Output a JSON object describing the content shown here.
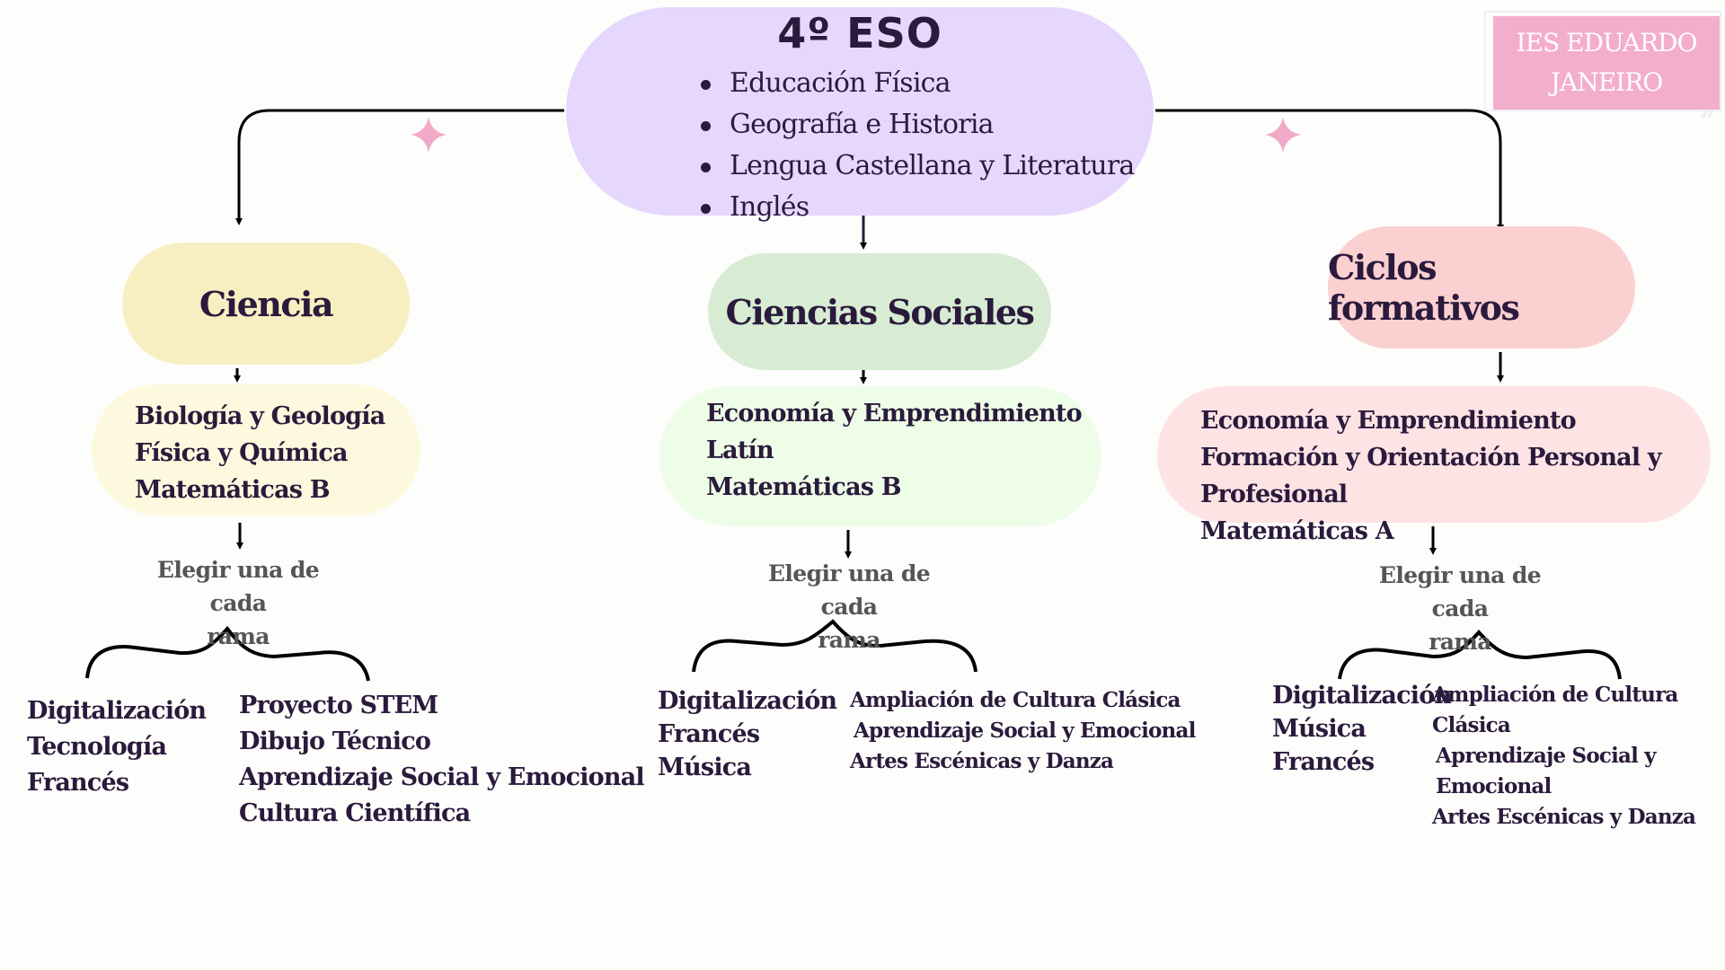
{
  "diagram": {
    "root": {
      "title": "4º ESO",
      "common_subjects": [
        "Educación Física",
        "Geografía e Historia",
        "Lengua Castellana y Literatura",
        "Inglés"
      ],
      "color": "#e6d7fd"
    },
    "school_badge": {
      "line1": "IES EDUARDO",
      "line2": "JANEIRO",
      "color": "#f3aecb"
    },
    "branches": [
      {
        "title": "Ciencia",
        "color": "#f7efc2",
        "subjects_color": "#fdf9de",
        "subjects": [
          "Biología y Geología",
          "Física y Química",
          "Matemáticas B"
        ],
        "choose_label_line1": "Elegir una de cada",
        "choose_label_line2": "rama",
        "options_left": [
          "Digitalización",
          "Tecnología",
          "Francés"
        ],
        "options_right": [
          "Proyecto STEM",
          "Dibujo Técnico",
          "Aprendizaje Social y Emocional",
          "Cultura Científica"
        ]
      },
      {
        "title": "Ciencias Sociales",
        "color": "#d7ecd3",
        "subjects_color": "#eefde7",
        "subjects": [
          "Economía y Emprendimiento",
          "Latín",
          "Matemáticas B"
        ],
        "choose_label_line1": "Elegir una de cada",
        "choose_label_line2": "rama",
        "options_left": [
          "Digitalización",
          "Francés",
          "Música"
        ],
        "options_right": [
          "Ampliación de Cultura Clásica",
          "Aprendizaje Social y Emocional",
          "Artes Escénicas y Danza"
        ]
      },
      {
        "title": "Ciclos formativos",
        "color": "#fbd0d0",
        "subjects_color": "#fee3e5",
        "subjects": [
          "Economía y Emprendimiento",
          "Formación y Orientación Personal y Profesional",
          "Matemáticas A"
        ],
        "choose_label_line1": "Elegir una de cada",
        "choose_label_line2": "rama",
        "options_left": [
          "Digitalización",
          "Música",
          "Francés"
        ],
        "options_right": [
          "Ampliación de Cultura Clásica",
          "Aprendizaje Social y Emocional",
          "Artes Escénicas y Danza"
        ]
      }
    ],
    "decorations": {
      "sparkle_color": "#f2a9c8",
      "line_color": "#000000"
    }
  }
}
